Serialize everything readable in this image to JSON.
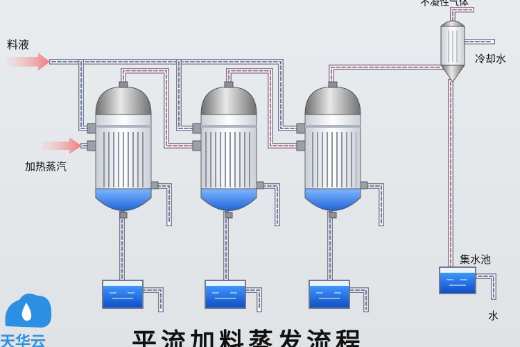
{
  "labels": {
    "feed_liquid": "料液",
    "heating_steam": "加热蒸汽",
    "noncondensable_gas": "不凝性气体",
    "cooling_water": "冷却水",
    "water_collection_tank": "集水池",
    "water": "水",
    "title": "平流加料蒸发流程",
    "watermark": "天华云"
  },
  "colors": {
    "pipe_outer": "#7b7f8c",
    "pipe_inner_dash": "#c03a7a",
    "pipe_inner_dash_blue": "#3a4fb0",
    "liquid": "#2f7fe8",
    "arrow": "#f08a8a"
  },
  "icons": {
    "watermark_logo": "cloud-drop-icon"
  }
}
